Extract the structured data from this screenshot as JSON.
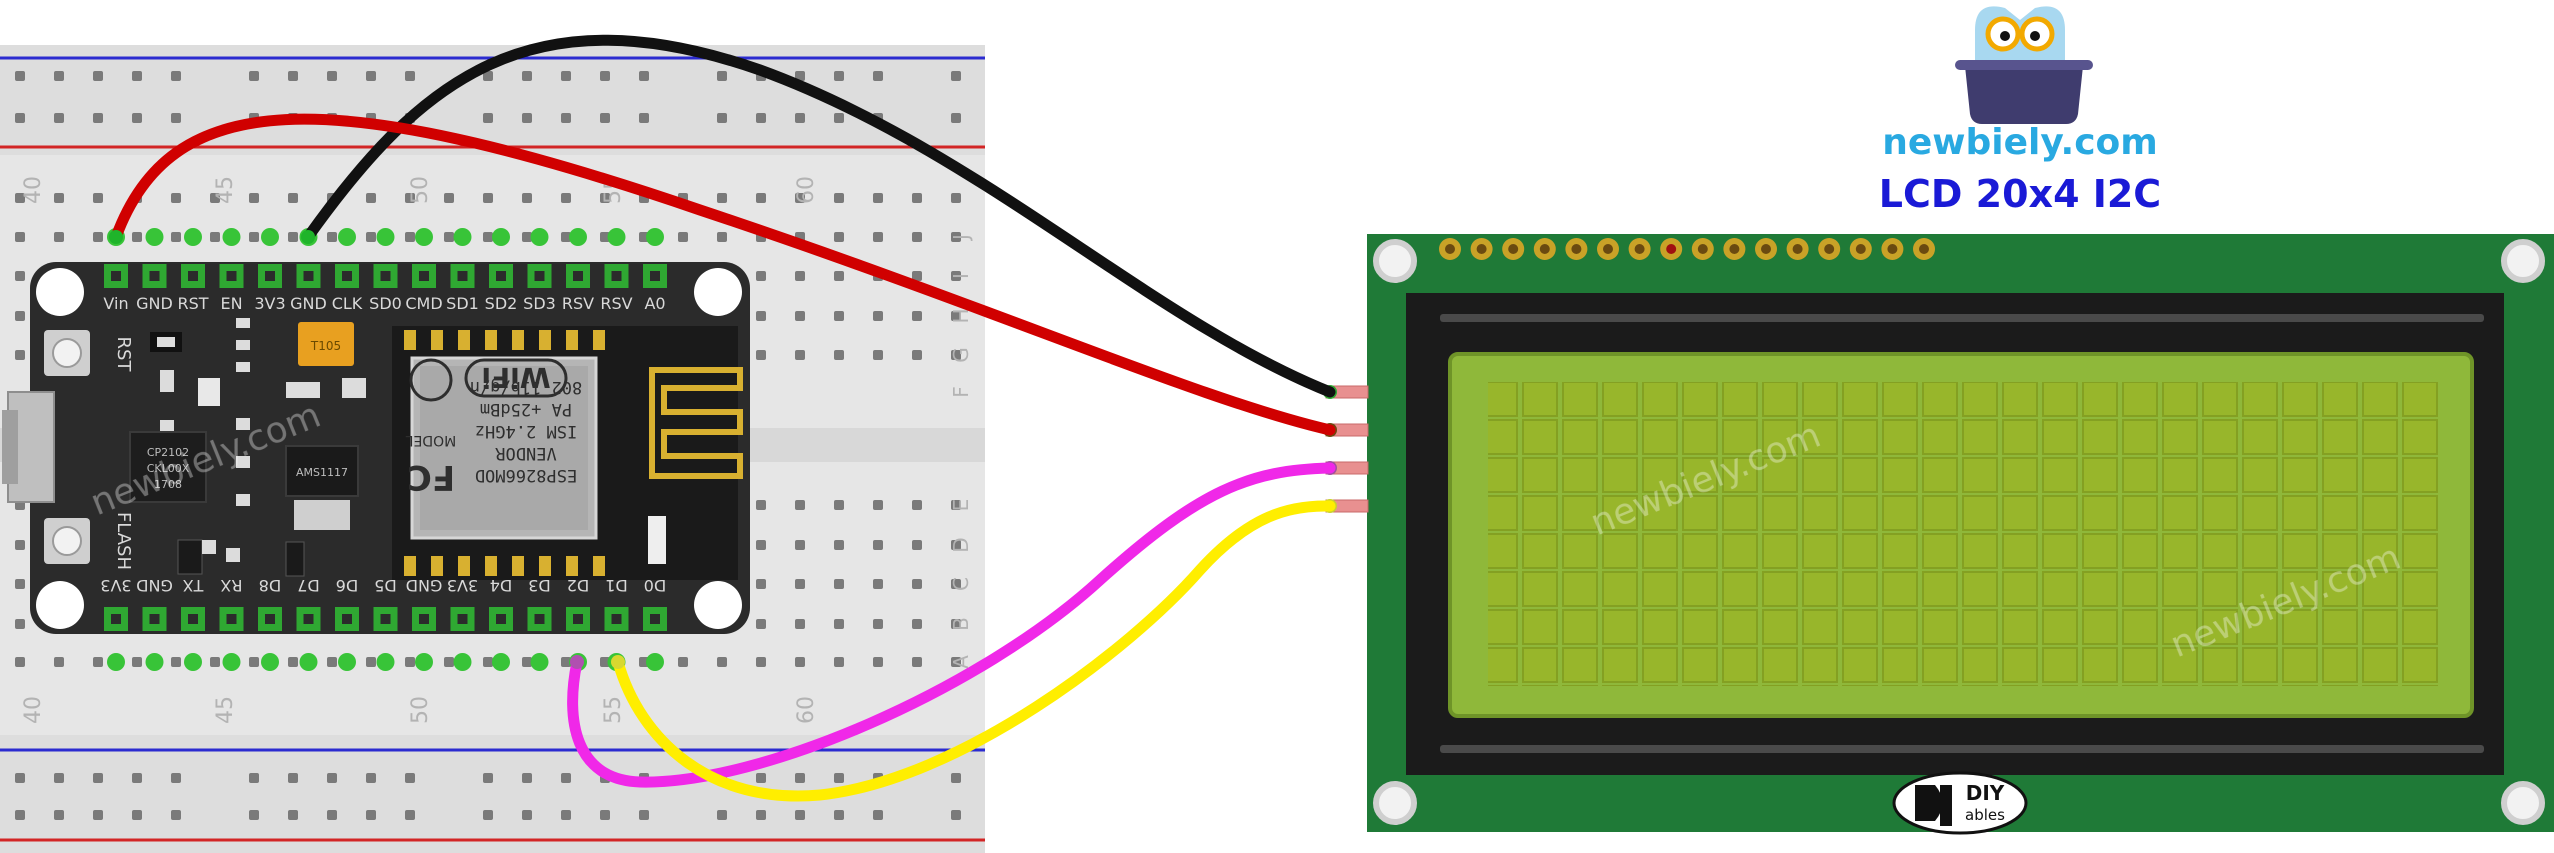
{
  "branding": {
    "site": "newbiely.com",
    "title": "LCD 20x4 I2C",
    "watermark": "newbiely.com",
    "logo_lettering": "DIY ables"
  },
  "breadboard": {
    "column_numbers": [
      "40",
      "45",
      "50",
      "55",
      "60"
    ],
    "row_letters_top": [
      "J",
      "I",
      "H",
      "G",
      "F"
    ],
    "row_letters_bottom": [
      "E",
      "D",
      "C",
      "B",
      "A"
    ]
  },
  "board": {
    "top_pins": [
      "Vin",
      "GND",
      "RST",
      "EN",
      "3V3",
      "GND",
      "CLK",
      "SD0",
      "CMD",
      "SD1",
      "SD2",
      "SD3",
      "RSV",
      "RSV",
      "A0"
    ],
    "bottom_pins": [
      "3V3",
      "GND",
      "TX",
      "RX",
      "D8",
      "D7",
      "D6",
      "D5",
      "GND",
      "3V3",
      "D4",
      "D3",
      "D2",
      "D1",
      "D0"
    ],
    "button_rst": "RST",
    "button_flash": "FLASH",
    "module_lines": [
      "ESP8266MOD",
      "VENDOR",
      "ISM 2.4GHz",
      "PA +25dBm",
      "802.11b/g/n"
    ],
    "module_model": "MODEL",
    "module_logo": "WiFi",
    "fcc": "FC",
    "chip_label": "CP2102",
    "regulator_label": "AMS1117",
    "cap_label": "T105",
    "chip_code": "CKL00X",
    "chip_date": "1708"
  },
  "colors": {
    "wire_power": "#d00000",
    "wire_ground": "#111111",
    "wire_sda": "#f028e8",
    "wire_scl": "#ffee00",
    "board": "#2b2b2b",
    "lcd_pcb": "#1f7a37",
    "lcd_screen": "#8fb83a",
    "accent_blue": "#1a1ad6",
    "accent_cyan": "#29a9e1"
  },
  "icons": [
    "owl-laptop-logo",
    "wifi-logo",
    "fcc-logo",
    "diyables-logo"
  ]
}
